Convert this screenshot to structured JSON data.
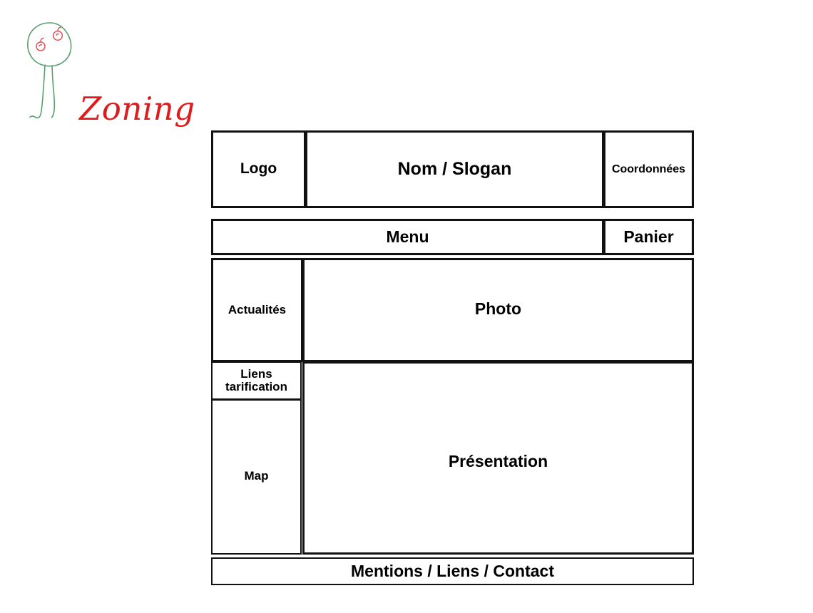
{
  "brand": {
    "title": "Zoning",
    "title_color": "#e01b1b",
    "tree_outline_color": "#5aa06e",
    "apple_color": "#e8454a",
    "logo_icon": "tree-with-apples-icon"
  },
  "wireframe": {
    "border_color": "#111111",
    "background_color": "#ffffff",
    "header": {
      "logo": "Logo",
      "name_slogan": "Nom / Slogan",
      "contact": "Coordonnées"
    },
    "nav": {
      "menu": "Menu",
      "cart": "Panier"
    },
    "content": {
      "news": "Actualités",
      "photo": "Photo",
      "links_pricing": "Liens\ntarification",
      "links_pricing_line1": "Liens",
      "links_pricing_line2": "tarification",
      "map": "Map",
      "presentation": "Présentation"
    },
    "footer": {
      "links": "Mentions / Liens / Contact"
    }
  }
}
